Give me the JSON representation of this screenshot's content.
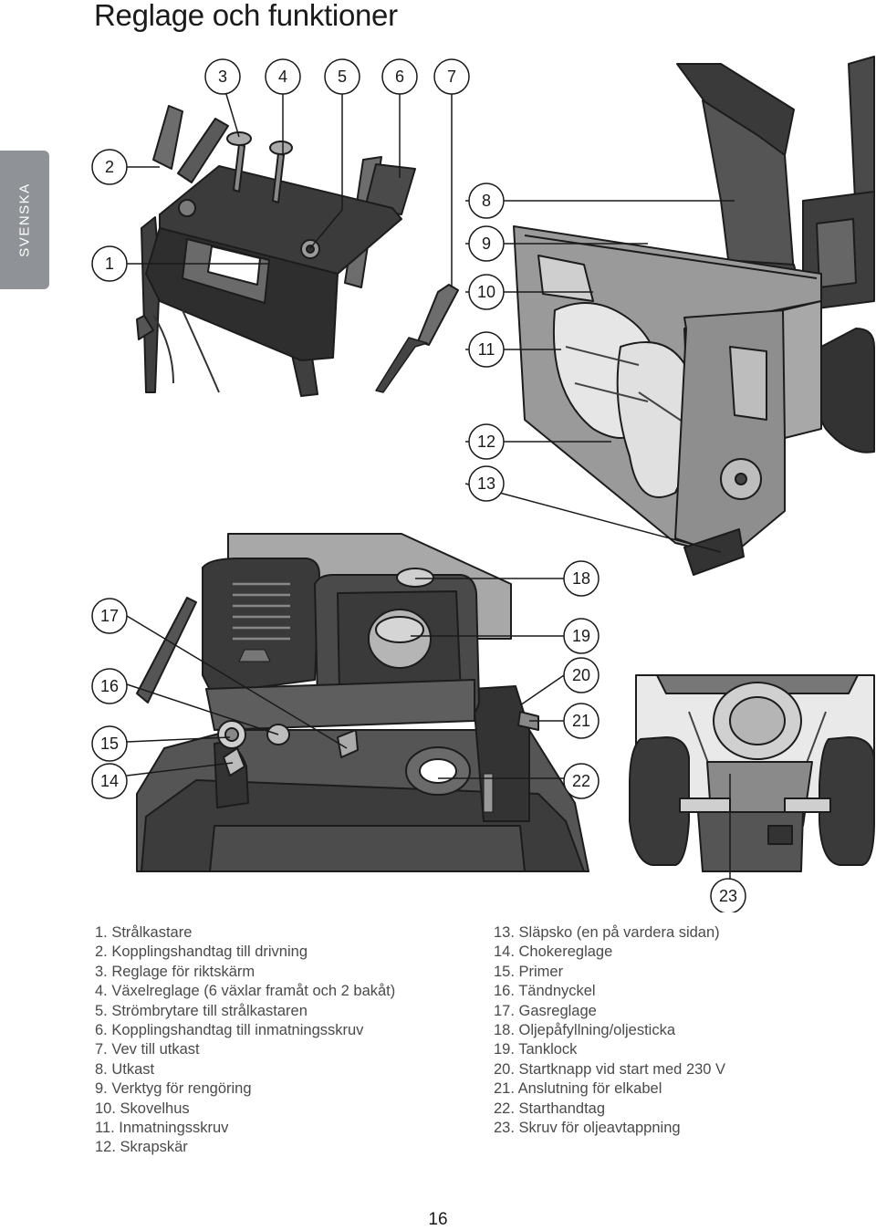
{
  "title": "Reglage och funktioner",
  "side_tab": "SVENSKA",
  "callouts": [
    "1",
    "2",
    "3",
    "4",
    "5",
    "6",
    "7",
    "8",
    "9",
    "10",
    "11",
    "12",
    "13",
    "14",
    "15",
    "16",
    "17",
    "18",
    "19",
    "20",
    "21",
    "22",
    "23"
  ],
  "legend_left": [
    "1.   Strålkastare",
    "2.   Kopplingshandtag till drivning",
    "3.   Reglage för riktskärm",
    "4.   Växelreglage (6 växlar framåt och 2 bakåt)",
    "5.   Strömbrytare till strålkastaren",
    "6.   Kopplingshandtag till inmatningsskruv",
    "7.   Vev till utkast",
    "8.   Utkast",
    "9.   Verktyg för rengöring",
    "10. Skovelhus",
    "11. Inmatningsskruv",
    "12. Skrapskär"
  ],
  "legend_right": [
    "13. Släpsko (en på vardera sidan)",
    "14. Chokereglage",
    "15. Primer",
    "16. Tändnyckel",
    "17. Gasreglage",
    "18. Oljepåfyllning/oljesticka",
    "19. Tanklock",
    "20. Startknapp vid start med 230 V",
    "21. Anslutning för elkabel",
    "22. Starthandtag",
    "23. Skruv för oljeavtappning"
  ],
  "page_number": "16"
}
